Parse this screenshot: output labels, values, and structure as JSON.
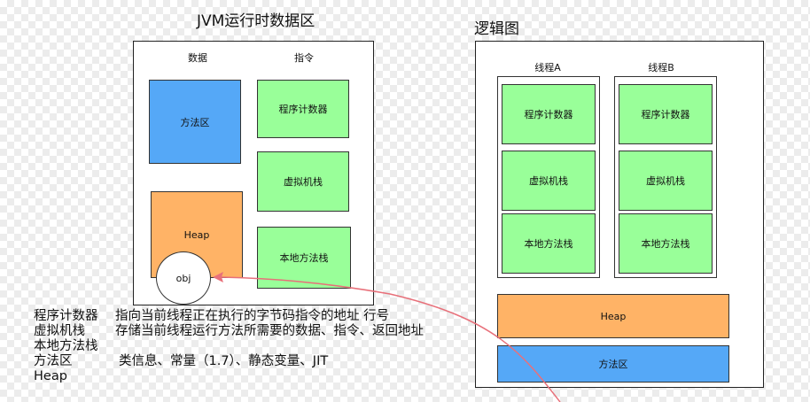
{
  "left": {
    "title": "JVM运行时数据区",
    "col_data": "数据",
    "col_instr": "指令",
    "method_area": "方法区",
    "heap": "Heap",
    "obj": "obj",
    "pc": "程序计数器",
    "vm_stack": "虚拟机栈",
    "native_stack": "本地方法栈"
  },
  "right": {
    "title": "逻辑图",
    "thread_a": {
      "label": "线程A",
      "pc": "程序计数器",
      "vm_stack": "虚拟机栈",
      "native_stack": "本地方法栈"
    },
    "thread_b": {
      "label": "线程B",
      "pc": "程序计数器",
      "vm_stack": "虚拟机栈",
      "native_stack": "本地方法栈"
    },
    "heap": "Heap",
    "method_area": "方法区"
  },
  "notes": [
    {
      "term": "程序计数器",
      "desc": "指向当前线程正在执行的字节码指令的地址  行号"
    },
    {
      "term": "虚拟机栈",
      "desc": "存储当前线程运行方法所需要的数据、指令、返回地址"
    },
    {
      "term": "本地方法栈",
      "desc": ""
    },
    {
      "term": "方法区",
      "desc": "类信息、常量（1.7）、静态变量、JIT"
    },
    {
      "term": "Heap",
      "desc": ""
    }
  ],
  "colors": {
    "green": "#99ff99",
    "blue": "#55a8f7",
    "orange": "#ffb366",
    "arrow": "#e8707a"
  }
}
